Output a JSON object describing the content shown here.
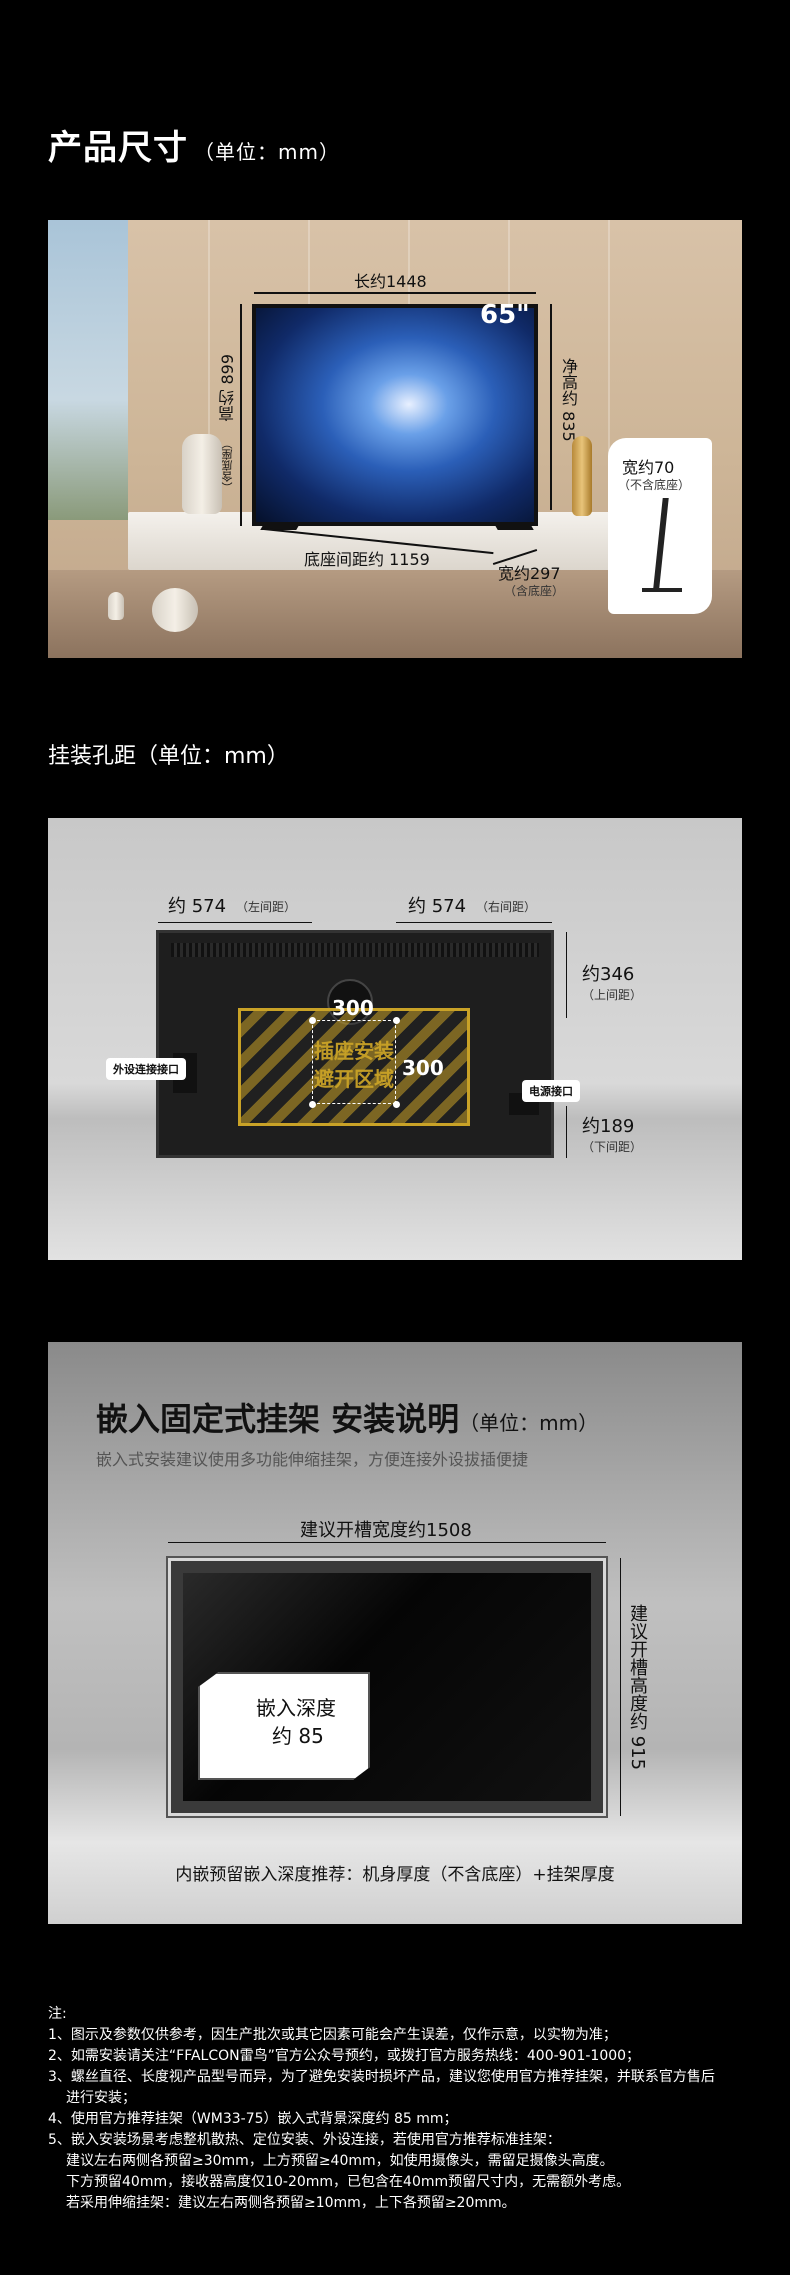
{
  "section1": {
    "title": "产品尺寸",
    "unit": "（单位：mm）",
    "size_badge": "65\"",
    "length": "长约1448",
    "height": "高约 899",
    "height_note": "（含底座）",
    "net_height": "净高约 835",
    "base_distance": "底座间距约 1159",
    "width_base": "宽约297",
    "width_base_note": "（含底座）",
    "width_nobase": "宽约70",
    "width_nobase_note": "（不含底座）"
  },
  "section2": {
    "title": "挂装孔距（单位：mm）",
    "left_gap": "约 574",
    "left_gap_note": "（左间距）",
    "right_gap": "约 574",
    "right_gap_note": "（右间距）",
    "top_gap": "约346",
    "top_gap_note": "（上间距）",
    "bottom_gap": "约189",
    "bottom_gap_note": "（下间距）",
    "hole_h": "300",
    "hole_v": "300",
    "zone_line1": "插座安装",
    "zone_line2": "避开区域",
    "tag_left": "外设连接接口",
    "tag_right": "电源接口"
  },
  "section3": {
    "title": "嵌入固定式挂架 安装说明",
    "unit": "（单位：mm）",
    "subtitle": "嵌入式安装建议使用多功能伸缩挂架，方便连接外设拔插便捷",
    "slot_width": "建议开槽宽度约1508",
    "slot_height": "建议开槽高度约 915",
    "depth_line1": "嵌入深度",
    "depth_line2": "约 85",
    "footer": "内嵌预留嵌入深度推荐：机身厚度（不含底座）+挂架厚度"
  },
  "notes": {
    "heading": "注:",
    "items": [
      "1、图示及参数仅供参考，因生产批次或其它因素可能会产生误差，仅作示意，以实物为准；",
      "2、如需安装请关注“FFALCON雷鸟”官方公众号预约，或拨打官方服务热线：400-901-1000；",
      "3、螺丝直径、长度视产品型号而异，为了避免安装时损坏产品，建议您使用官方推荐挂架，并联系官方售后",
      "进行安装；",
      "4、使用官方推荐挂架（WM33-75）嵌入式背景深度约 85 mm；",
      "5、嵌入安装场景考虑整机散热、定位安装、外设连接，若使用官方推荐标准挂架：",
      "建议左右两侧各预留≥30mm，上方预留≥40mm，如使用摄像头，需留足摄像头高度。",
      "下方预留40mm，接收器高度仅10-20mm，已包含在40mm预留尺寸内，无需额外考虑。",
      "若采用伸缩挂架：建议左右两侧各预留≥10mm，上下各预留≥20mm。"
    ]
  }
}
